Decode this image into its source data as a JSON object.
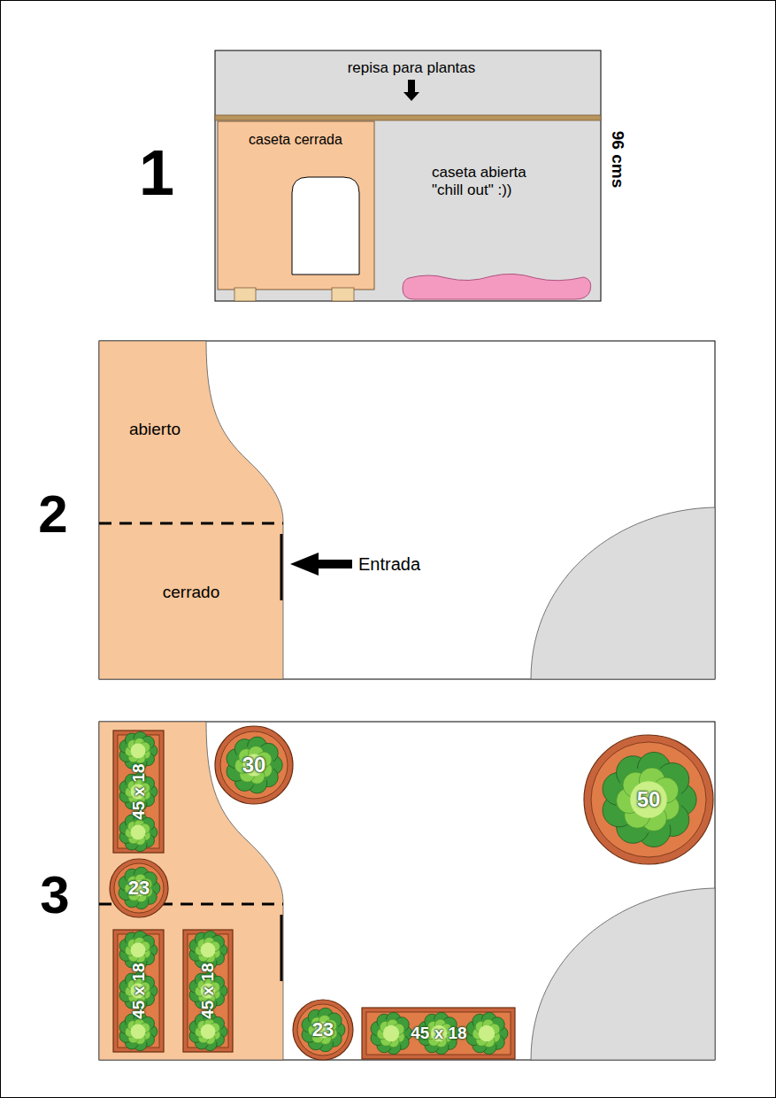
{
  "diagram": {
    "nodes": [
      {
        "text": [
          "repisa para plantas",
          "caseta abierta \"chill out\" :))"
        ]
      },
      {
        "text": [
          "caseta cerrada"
        ],
        "in": 0
      },
      {
        "text": [
          "abierto",
          "cerrado"
        ]
      },
      {
        "text": [
          "45 x 18"
        ]
      },
      {
        "text": [
          "30"
        ]
      },
      {
        "text": [
          "50"
        ]
      },
      {
        "text": [
          "23"
        ]
      },
      {
        "text": [
          "45 x 18"
        ]
      },
      {
        "text": [
          "45 x 18"
        ]
      },
      {
        "text": [
          "23"
        ]
      },
      {
        "text": [
          "45 x 18"
        ]
      }
    ],
    "labels": [
      "1",
      "96 cms",
      "2",
      "Entrada",
      "3"
    ]
  }
}
